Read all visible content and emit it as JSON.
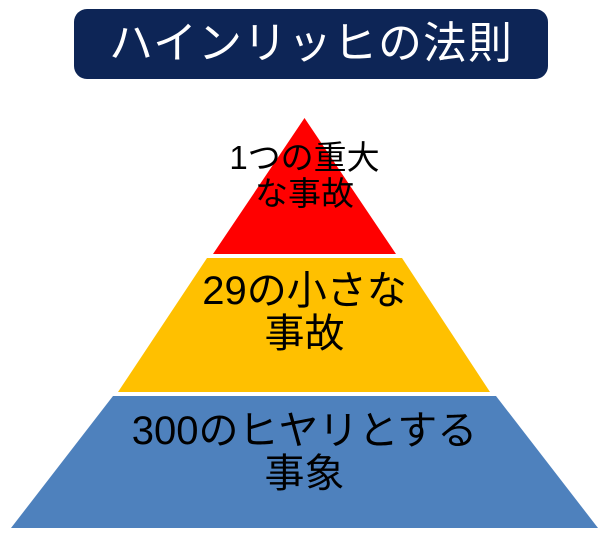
{
  "title": {
    "text": "ハインリッヒの法則"
  },
  "colors": {
    "banner_background": "#0d2556",
    "banner_text": "#ffffff",
    "tier_top": "#ff0000",
    "tier_middle": "#ffc000",
    "tier_base": "#4e81bd",
    "label_text": "#000000",
    "page_background": "#ffffff"
  },
  "chart_data": {
    "type": "pyramid",
    "title": "ハインリッヒの法則",
    "tiers": [
      {
        "level": 1,
        "label": "1つの重大\nな事故",
        "count": 1,
        "color": "#ff0000"
      },
      {
        "level": 2,
        "label": "29の小さな\n事故",
        "count": 29,
        "color": "#ffc000"
      },
      {
        "level": 3,
        "label": "300のヒヤリとする\n事象",
        "count": 300,
        "color": "#4e81bd"
      }
    ]
  }
}
